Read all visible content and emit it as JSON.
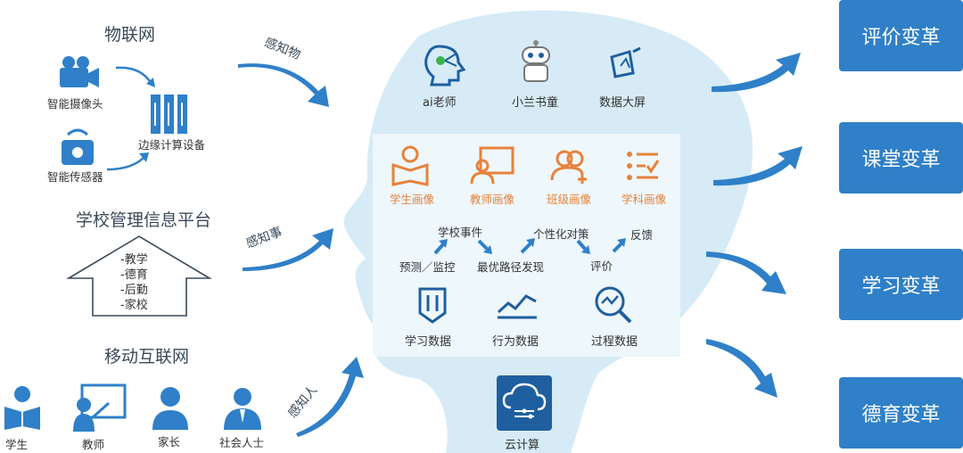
{
  "iot": {
    "title": "物联网",
    "camera": "智能摄像头",
    "sensor": "智能传感器",
    "edge": "边缘计算设备",
    "sense_label": "感知物"
  },
  "school_platform": {
    "title": "学校管理信息平台",
    "items": [
      "-教学",
      "-德育",
      "-后勤",
      "-家校"
    ],
    "sense_label": "感知事"
  },
  "mobile": {
    "title": "移动互联网",
    "people": [
      "学生",
      "教师",
      "家长",
      "社会人士"
    ],
    "sense_label": "感知人"
  },
  "head_top": {
    "items": [
      "ai老师",
      "小兰书童",
      "数据大屏"
    ]
  },
  "portraits": {
    "items": [
      "学生画像",
      "教师画像",
      "班级画像",
      "学科画像"
    ]
  },
  "flow": {
    "school_event": "学校事件",
    "personal_strategy": "个性化对策",
    "feedback": "反馈",
    "predict": "预测／监控",
    "optimal_path": "最优路径发现",
    "evaluate": "评价"
  },
  "data_types": {
    "items": [
      "学习数据",
      "行为数据",
      "过程数据"
    ]
  },
  "cloud": {
    "label": "云计算"
  },
  "outputs": {
    "items": [
      "评价变革",
      "课堂变革",
      "学习变革",
      "德育变革"
    ]
  },
  "colors": {
    "head": "#d6ebf6",
    "panel": "#eef7fc",
    "accent_blue": "#2f80c8",
    "orange": "#e8823a",
    "arrow": "#2f80c8"
  }
}
